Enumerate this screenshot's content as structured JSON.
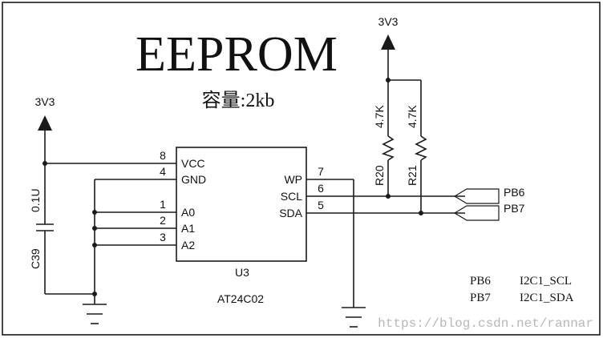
{
  "title": "EEPROM",
  "capacity": "容量:2kb",
  "power_left": "3V3",
  "power_right": "3V3",
  "capacitor": {
    "value": "0.1U",
    "ref": "C39"
  },
  "chip": {
    "ref": "U3",
    "part": "AT24C02",
    "left_pins": [
      {
        "num": "8",
        "name": "VCC"
      },
      {
        "num": "4",
        "name": "GND"
      },
      {
        "num": "1",
        "name": "A0"
      },
      {
        "num": "2",
        "name": "A1"
      },
      {
        "num": "3",
        "name": "A2"
      }
    ],
    "right_pins": [
      {
        "num": "7",
        "name": "WP"
      },
      {
        "num": "6",
        "name": "SCL"
      },
      {
        "num": "5",
        "name": "SDA"
      }
    ]
  },
  "resistors": [
    {
      "value": "4.7K",
      "ref": "R20"
    },
    {
      "value": "4.7K",
      "ref": "R21"
    }
  ],
  "ports": [
    "PB6",
    "PB7"
  ],
  "pin_map": [
    {
      "pin": "PB6",
      "func": "I2C1_SCL"
    },
    {
      "pin": "PB7",
      "func": "I2C1_SDA"
    }
  ],
  "watermark": "https://blog.csdn.net/rannar"
}
